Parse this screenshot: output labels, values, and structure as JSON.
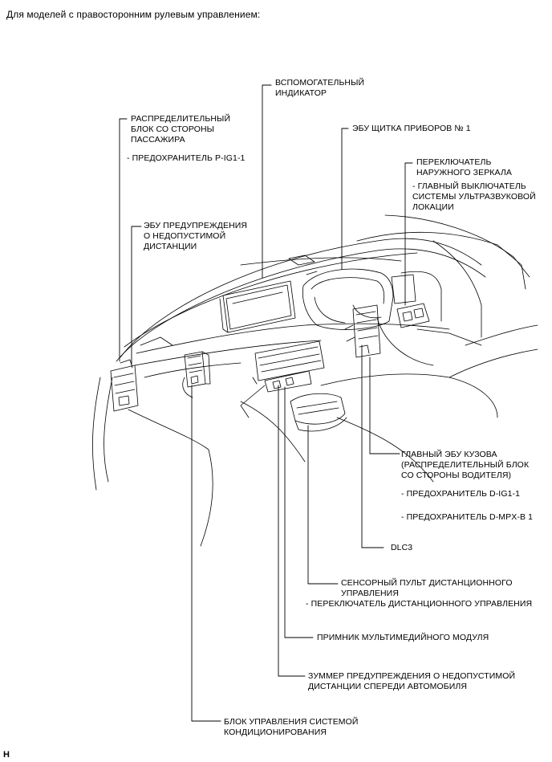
{
  "header": "Для моделей с правосторонним рулевым управлением:",
  "corner_mark": "H",
  "labels": {
    "aux_indicator": "ВСПОМОГАТЕЛЬНЫЙ\nИНДИКАТОР",
    "passenger_jb": "РАСПРЕДЕЛИТЕЛЬНЫЙ\nБЛОК СО СТОРОНЫ\nПАССАЖИРА",
    "passenger_jb_fuse": "- ПРЕДОХРАНИТЕЛЬ P-IG1-1",
    "meter_ecu": "ЭБУ ЩИТКА ПРИБОРОВ № 1",
    "mirror_switch": "ПЕРЕКЛЮЧАТЕЛЬ\nНАРУЖНОГО ЗЕРКАЛА",
    "sonar_switch": "- ГЛАВНЫЙ ВЫКЛЮЧАТЕЛЬ\nСИСТЕМЫ УЛЬТРАЗВУКОВОЙ\nЛОКАЦИИ",
    "clearance_ecu": "ЭБУ ПРЕДУПРЕЖДЕНИЯ\nО НЕДОПУСТИМОЙ\nДИСТАНЦИИ",
    "main_body_ecu": "ГЛАВНЫЙ ЭБУ КУЗОВА\n(РАСПРЕДЕЛИТЕЛЬНЫЙ БЛОК\nСО СТОРОНЫ ВОДИТЕЛЯ)",
    "fuse_dig": "- ПРЕДОХРАНИТЕЛЬ D-IG1-1",
    "fuse_dmpx": "- ПРЕДОХРАНИТЕЛЬ D-MPX-B 1",
    "dlc3": "DLC3",
    "remote_touch": "СЕНСОРНЫЙ ПУЛЬТ ДИСТАНЦИОННОГО\nУПРАВЛЕНИЯ",
    "remote_switch": "- ПЕРЕКЛЮЧАТЕЛЬ ДИСТАНЦИОННОГО УПРАВЛЕНИЯ",
    "multimedia": "ПРИМНИК МУЛЬТИМЕДИЙНОГО МОДУЛЯ",
    "buzzer": "ЗУММЕР ПРЕДУПРЕЖДЕНИЯ О НЕДОПУСТИМОЙ\nДИСТАНЦИИ СПЕРЕДИ АВТОМОБИЛЯ",
    "ac_control": "БЛОК УПРАВЛЕНИЯ СИСТЕМОЙ\nКОНДИЦИОНИРОВАНИЯ"
  }
}
